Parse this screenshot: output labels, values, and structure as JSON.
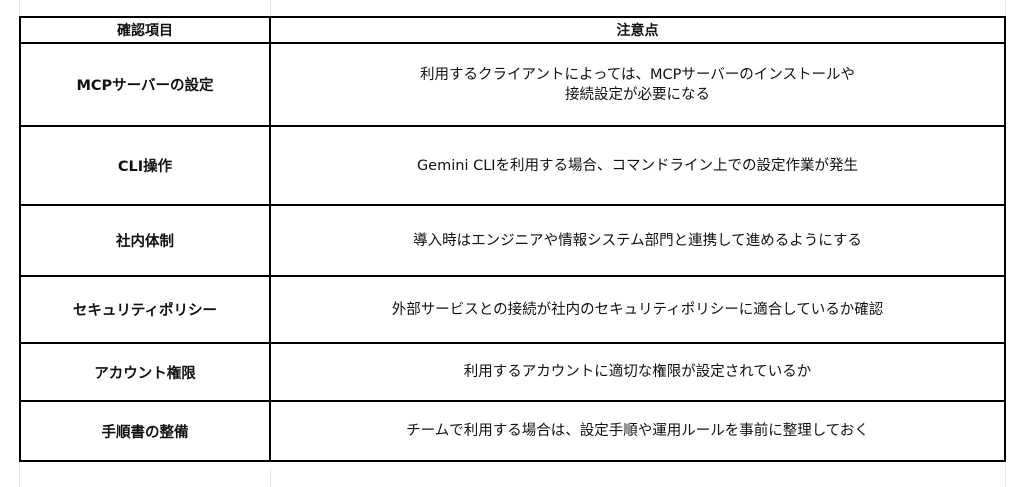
{
  "table": {
    "headers": {
      "item": "確認項目",
      "note": "注意点"
    },
    "rows": [
      {
        "item": "MCPサーバーの設定",
        "note_lines": [
          "利用するクライアントによっては、MCPサーバーのインストールや",
          "接続設定が必要になる"
        ]
      },
      {
        "item": "CLI操作",
        "note_lines": [
          "Gemini CLIを利用する場合、コマンドライン上での設定作業が発生"
        ]
      },
      {
        "item": "社内体制",
        "note_lines": [
          "導入時はエンジニアや情報システム部門と連携して進めるようにする"
        ]
      },
      {
        "item": "セキュリティポリシー",
        "note_lines": [
          "外部サービスとの接続が社内のセキュリティポリシーに適合しているか確認"
        ]
      },
      {
        "item": "アカウント権限",
        "note_lines": [
          "利用するアカウントに適切な権限が設定されているか"
        ]
      },
      {
        "item": "手順書の整備",
        "note_lines": [
          "チームで利用する場合は、設定手順や運用ルールを事前に整理しておく"
        ]
      }
    ]
  },
  "colors": {
    "item_text": "#1a24e0",
    "border": "#000000",
    "text": "#111111"
  }
}
